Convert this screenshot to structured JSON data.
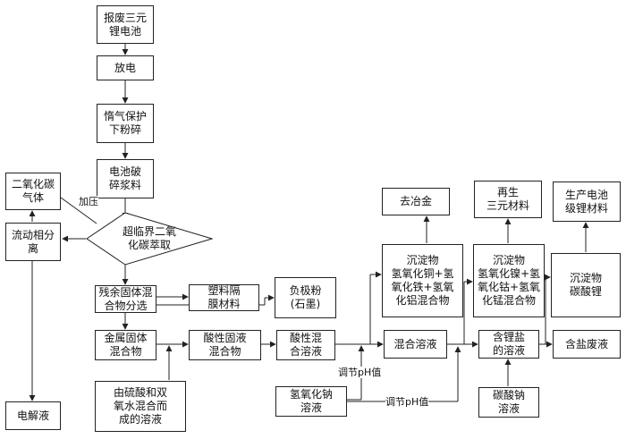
{
  "nodes": {
    "scrap_battery": "报废三元\n锂电池",
    "discharge": "放电",
    "inert_crush": "惰气保护\n下粉碎",
    "slurry": "电池破\n碎浆料",
    "sc_co2": "超临界二氧\n化碳萃取",
    "co2_gas": "二氧化碳\n气体",
    "phase_sep": "流动相分\n离",
    "electrolyte": "电解液",
    "residue_sort": "残余固体混\n合物分选",
    "plastic": "塑料隔\n膜材料",
    "anode": "负极粉\n(石墨)",
    "metal_solid": "金属固体\n混合物",
    "acid_sl": "酸性固液\n混合物",
    "acid_sol": "酸性混\n合溶液",
    "acid_reagent": "由硫酸和双\n氧水混合而\n成的溶液",
    "naoh": "氢氧化钠\n溶液",
    "ppt1": "沉淀物\n氢氧化铜+氢\n氧化铁+氢氧\n化铝混合物",
    "smelting": "去冶金",
    "mixed_sol": "混合溶液",
    "ppt2": "沉淀物\n氢氧化镍+氢\n氧化钴+氢氧\n化锰混合物",
    "ternary": "再生\n三元材料",
    "li_sol": "含锂盐\n的溶液",
    "na2co3": "碳酸钠\n溶液",
    "li2co3": "沉淀物\n碳酸锂",
    "battery_li": "生产电池\n级锂材料",
    "waste": "含盐废液"
  },
  "labels": {
    "pressurize": "加压",
    "ph1": "调节pH值",
    "ph2": "调节pH值"
  }
}
